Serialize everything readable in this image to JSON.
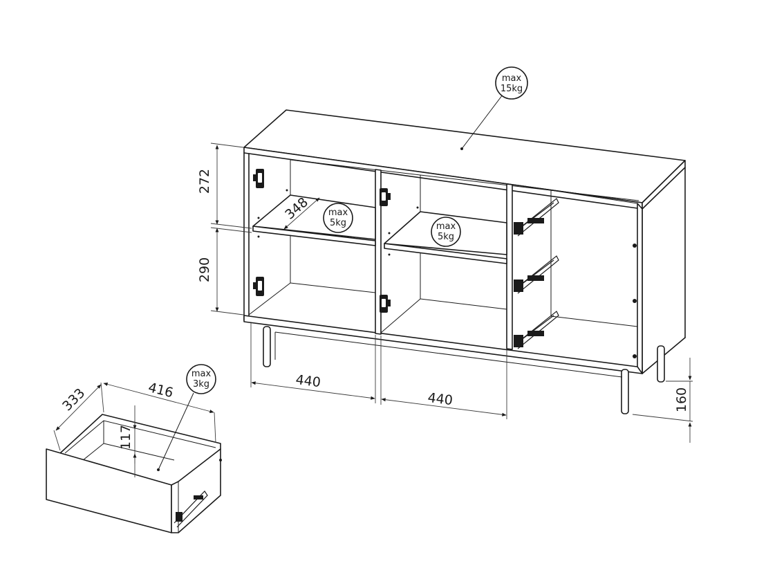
{
  "badges": {
    "top": [
      "max",
      "15kg"
    ],
    "shelf_left": [
      "max",
      "5kg"
    ],
    "shelf_middle": [
      "max",
      "5kg"
    ],
    "drawer": [
      "max",
      "3kg"
    ]
  },
  "dimensions": {
    "upper_height": "272",
    "lower_height": "290",
    "shelf_depth": "348",
    "left_width": "440",
    "middle_width": "440",
    "leg_height": "160",
    "drawer_depth": "333",
    "drawer_width": "416",
    "drawer_height": "117"
  }
}
